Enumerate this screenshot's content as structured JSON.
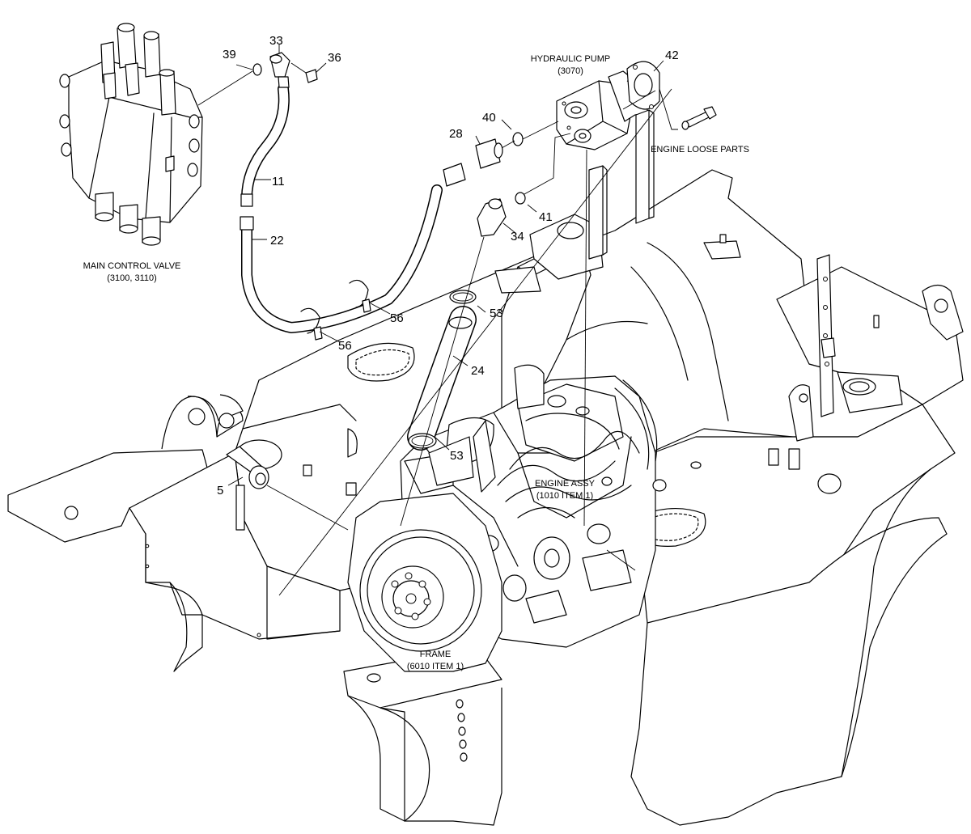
{
  "labels": {
    "hydraulic_pump": {
      "title": "HYDRAULIC PUMP",
      "ref": "(3070)"
    },
    "main_control_valve": {
      "title": "MAIN CONTROL VALVE",
      "ref": "(3100, 3110)"
    },
    "engine_loose_parts": "ENGINE LOOSE PARTS",
    "engine_assy": {
      "title": "ENGINE ASSY",
      "ref": "(1010 ITEM 1)"
    },
    "frame": {
      "title": "FRAME",
      "ref": "(6010 ITEM 1)"
    }
  },
  "callouts": {
    "c33": "33",
    "c39": "39",
    "c36": "36",
    "c11": "11",
    "c22": "22",
    "c56a": "56",
    "c56b": "56",
    "c28": "28",
    "c40": "40",
    "c42": "42",
    "c41": "41",
    "c34": "34",
    "c53a": "53",
    "c53b": "53",
    "c24": "24",
    "c5": "5"
  }
}
